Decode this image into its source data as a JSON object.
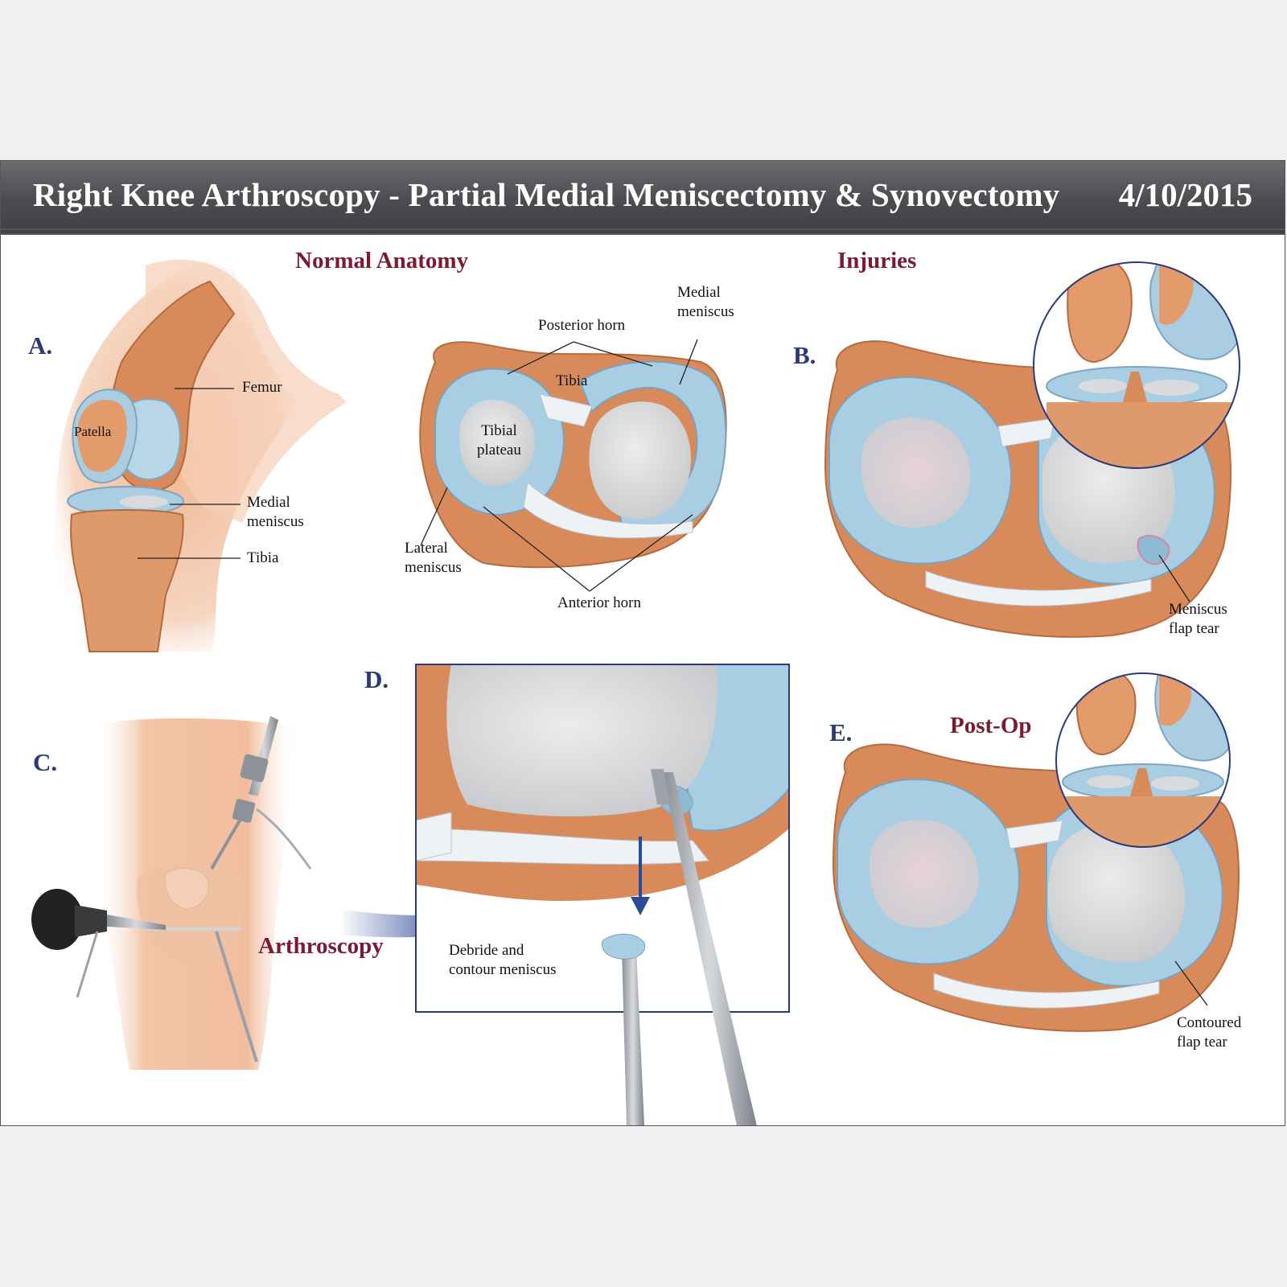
{
  "title": "Right Knee Arthroscopy - Partial Medial Meniscectomy & Synovectomy",
  "date": "4/10/2015",
  "sections": {
    "normal": "Normal Anatomy",
    "injuries": "Injuries",
    "postop": "Post-Op",
    "arthroscopy": "Arthroscopy"
  },
  "panels": {
    "a": "A.",
    "b": "B.",
    "c": "C.",
    "d": "D.",
    "e": "E."
  },
  "labels": {
    "femur": "Femur",
    "patella": "Patella",
    "medial_meniscus_a": "Medial\nmeniscus",
    "tibia_a": "Tibia",
    "posterior_horn": "Posterior horn",
    "medial_meniscus": "Medial\nmeniscus",
    "tibia": "Tibia",
    "tibial_plateau": "Tibial\nplateau",
    "lateral_meniscus": "Lateral\nmeniscus",
    "anterior_horn": "Anterior horn",
    "flap_tear": "Meniscus\nflap tear",
    "debride": "Debride and\ncontour meniscus",
    "contoured": "Contoured\nflap tear"
  },
  "colors": {
    "title_bar": "#4c4c50",
    "section_heading": "#7a1a34",
    "panel_letter": "#2c3a7a",
    "bone": "#d98a5a",
    "meniscus": "#a9cde2",
    "cartilage": "#dcdcdc",
    "skin": "#f3c9ae",
    "arrow": "#34509a"
  }
}
